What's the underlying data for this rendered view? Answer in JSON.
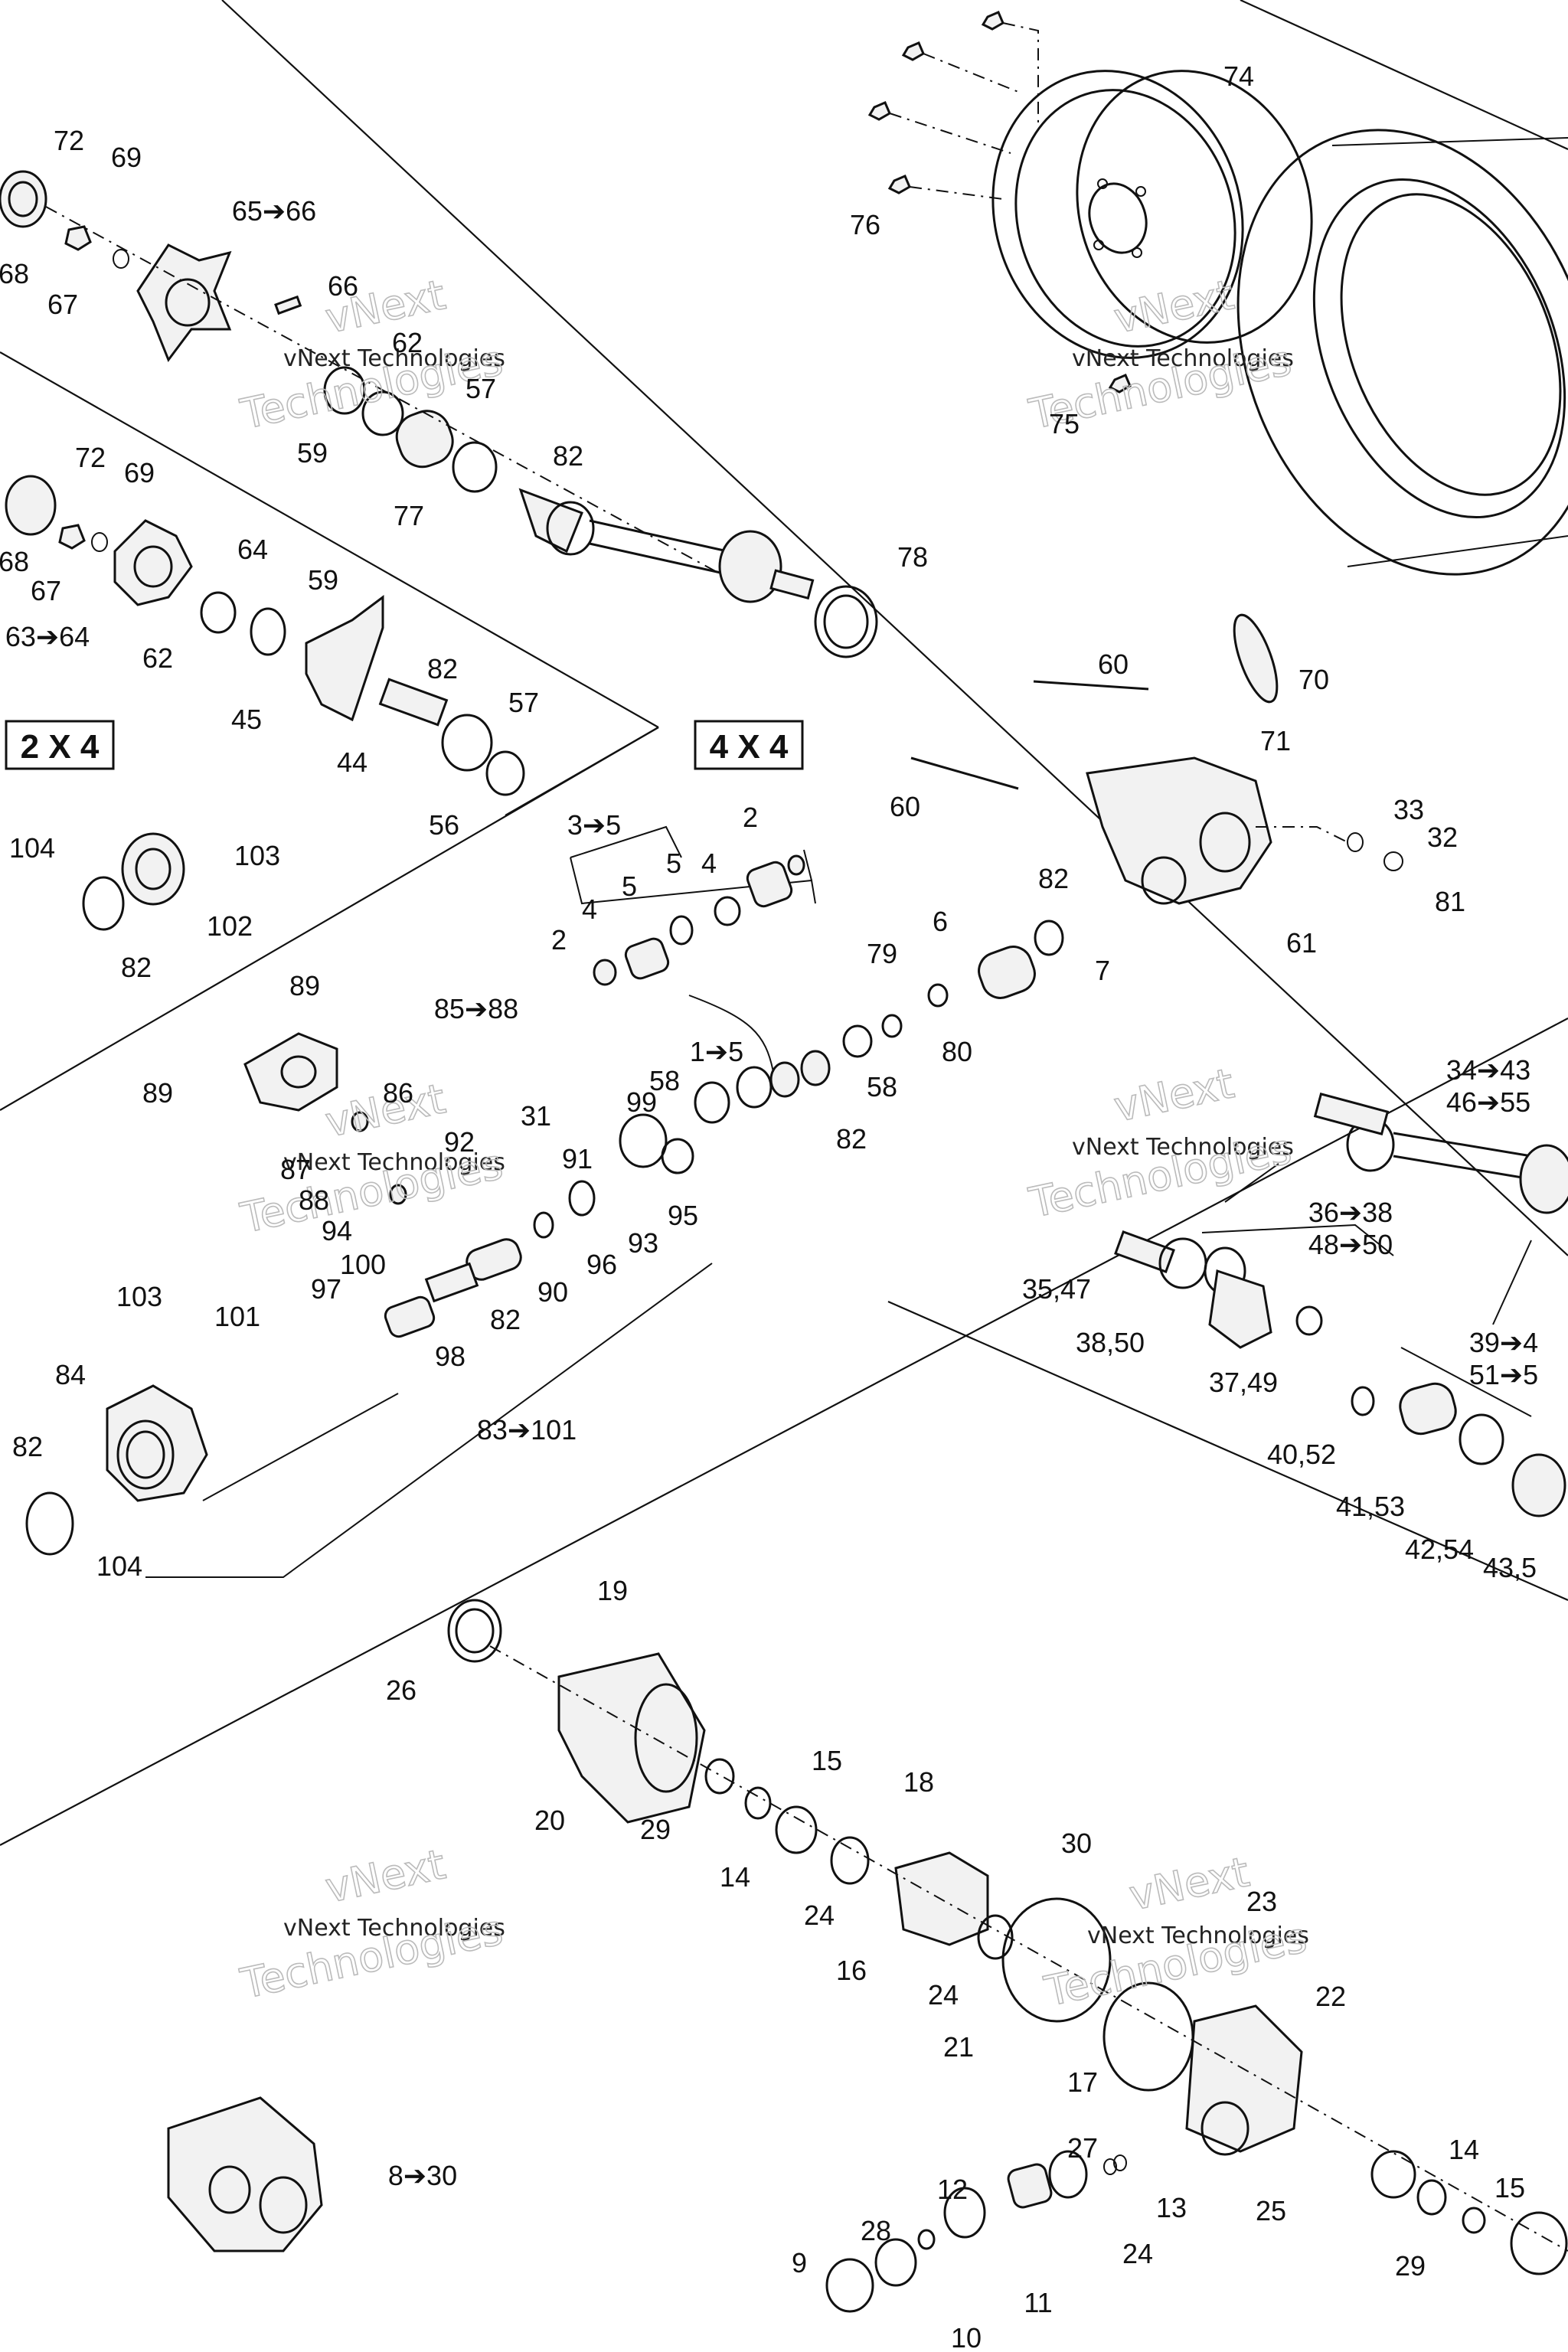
{
  "sections": {
    "left": "2 X 4",
    "right": "4 X 4"
  },
  "watermark": {
    "small": "vNext Technologies",
    "big": "Technologies",
    "top": "vNext"
  },
  "labels": [
    {
      "id": "l72a",
      "text": "72"
    },
    {
      "id": "l69a",
      "text": "69"
    },
    {
      "id": "l68a",
      "text": "68"
    },
    {
      "id": "l6566",
      "text": "65➔66"
    },
    {
      "id": "l67a",
      "text": "67"
    },
    {
      "id": "l66",
      "text": "66"
    },
    {
      "id": "l62a",
      "text": "62"
    },
    {
      "id": "l57a",
      "text": "57"
    },
    {
      "id": "l59a",
      "text": "59"
    },
    {
      "id": "l82a",
      "text": "82"
    },
    {
      "id": "l77",
      "text": "77"
    },
    {
      "id": "l72b",
      "text": "72"
    },
    {
      "id": "l69b",
      "text": "69"
    },
    {
      "id": "l68b",
      "text": "68"
    },
    {
      "id": "l67b",
      "text": "67"
    },
    {
      "id": "l64",
      "text": "64"
    },
    {
      "id": "l59b",
      "text": "59"
    },
    {
      "id": "l6364",
      "text": "63➔64"
    },
    {
      "id": "l62b",
      "text": "62"
    },
    {
      "id": "l82b",
      "text": "82"
    },
    {
      "id": "l45",
      "text": "45"
    },
    {
      "id": "l57b",
      "text": "57"
    },
    {
      "id": "l44",
      "text": "44"
    },
    {
      "id": "l56",
      "text": "56"
    },
    {
      "id": "l104a",
      "text": "104"
    },
    {
      "id": "l103a",
      "text": "103"
    },
    {
      "id": "l102",
      "text": "102"
    },
    {
      "id": "l82c",
      "text": "82"
    },
    {
      "id": "l89a",
      "text": "89"
    },
    {
      "id": "l8588",
      "text": "85➔88"
    },
    {
      "id": "l89b",
      "text": "89"
    },
    {
      "id": "l86",
      "text": "86"
    },
    {
      "id": "l87",
      "text": "87"
    },
    {
      "id": "l88",
      "text": "88"
    },
    {
      "id": "l92",
      "text": "92"
    },
    {
      "id": "l31",
      "text": "31"
    },
    {
      "id": "l91",
      "text": "91"
    },
    {
      "id": "l94",
      "text": "94"
    },
    {
      "id": "l100",
      "text": "100"
    },
    {
      "id": "l99",
      "text": "99"
    },
    {
      "id": "l58a",
      "text": "58"
    },
    {
      "id": "l15",
      "text": "1➔5"
    },
    {
      "id": "l82d",
      "text": "82"
    },
    {
      "id": "l95",
      "text": "95"
    },
    {
      "id": "l93",
      "text": "93"
    },
    {
      "id": "l96",
      "text": "96"
    },
    {
      "id": "l90",
      "text": "90"
    },
    {
      "id": "l82e",
      "text": "82"
    },
    {
      "id": "l98",
      "text": "98"
    },
    {
      "id": "l97",
      "text": "97"
    },
    {
      "id": "l101",
      "text": "101"
    },
    {
      "id": "l103b",
      "text": "103"
    },
    {
      "id": "l84",
      "text": "84"
    },
    {
      "id": "l82f",
      "text": "82"
    },
    {
      "id": "l104b",
      "text": "104"
    },
    {
      "id": "l83101",
      "text": "83➔101"
    },
    {
      "id": "l35",
      "text": "3➔5"
    },
    {
      "id": "l2a",
      "text": "2"
    },
    {
      "id": "l4a",
      "text": "4"
    },
    {
      "id": "l5a",
      "text": "5"
    },
    {
      "id": "l5b",
      "text": "5"
    },
    {
      "id": "l4b",
      "text": "4"
    },
    {
      "id": "l2b",
      "text": "2"
    },
    {
      "id": "l6",
      "text": "6"
    },
    {
      "id": "l7",
      "text": "7"
    },
    {
      "id": "l79",
      "text": "79"
    },
    {
      "id": "l80",
      "text": "80"
    },
    {
      "id": "l58b",
      "text": "58"
    },
    {
      "id": "l82g",
      "text": "82"
    },
    {
      "id": "l74",
      "text": "74"
    },
    {
      "id": "l76",
      "text": "76"
    },
    {
      "id": "l75",
      "text": "75"
    },
    {
      "id": "l78",
      "text": "78"
    },
    {
      "id": "l60a",
      "text": "60"
    },
    {
      "id": "l70",
      "text": "70"
    },
    {
      "id": "l71",
      "text": "71"
    },
    {
      "id": "l60b",
      "text": "60"
    },
    {
      "id": "l33",
      "text": "33"
    },
    {
      "id": "l32",
      "text": "32"
    },
    {
      "id": "l81",
      "text": "81"
    },
    {
      "id": "l61",
      "text": "61"
    },
    {
      "id": "l3443",
      "text": "34➔43"
    },
    {
      "id": "l4655",
      "text": "46➔55"
    },
    {
      "id": "l3638",
      "text": "36➔38"
    },
    {
      "id": "l4850",
      "text": "48➔50"
    },
    {
      "id": "l3547",
      "text": "35,47"
    },
    {
      "id": "l3850",
      "text": "38,50"
    },
    {
      "id": "l3749",
      "text": "37,49"
    },
    {
      "id": "l39",
      "text": "39➔4"
    },
    {
      "id": "l51",
      "text": "51➔5"
    },
    {
      "id": "l4052",
      "text": "40,52"
    },
    {
      "id": "l4153",
      "text": "41,53"
    },
    {
      "id": "l4254",
      "text": "42,54"
    },
    {
      "id": "l435",
      "text": "43,5"
    },
    {
      "id": "l19",
      "text": "19"
    },
    {
      "id": "l26",
      "text": "26"
    },
    {
      "id": "l20",
      "text": "20"
    },
    {
      "id": "l29a",
      "text": "29"
    },
    {
      "id": "l15b",
      "text": "15"
    },
    {
      "id": "l14a",
      "text": "14"
    },
    {
      "id": "l18",
      "text": "18"
    },
    {
      "id": "l24a",
      "text": "24"
    },
    {
      "id": "l30",
      "text": "30"
    },
    {
      "id": "l16",
      "text": "16"
    },
    {
      "id": "l24b",
      "text": "24"
    },
    {
      "id": "l23",
      "text": "23"
    },
    {
      "id": "l21",
      "text": "21"
    },
    {
      "id": "l22",
      "text": "22"
    },
    {
      "id": "l17",
      "text": "17"
    },
    {
      "id": "l830",
      "text": "8➔30"
    },
    {
      "id": "l27",
      "text": "27"
    },
    {
      "id": "l12",
      "text": "12"
    },
    {
      "id": "l13",
      "text": "13"
    },
    {
      "id": "l25",
      "text": "25"
    },
    {
      "id": "l14b",
      "text": "14"
    },
    {
      "id": "l15c",
      "text": "15"
    },
    {
      "id": "l28",
      "text": "28"
    },
    {
      "id": "l24c",
      "text": "24"
    },
    {
      "id": "l9",
      "text": "9"
    },
    {
      "id": "l11",
      "text": "11"
    },
    {
      "id": "l29b",
      "text": "29"
    },
    {
      "id": "l10",
      "text": "10"
    }
  ]
}
